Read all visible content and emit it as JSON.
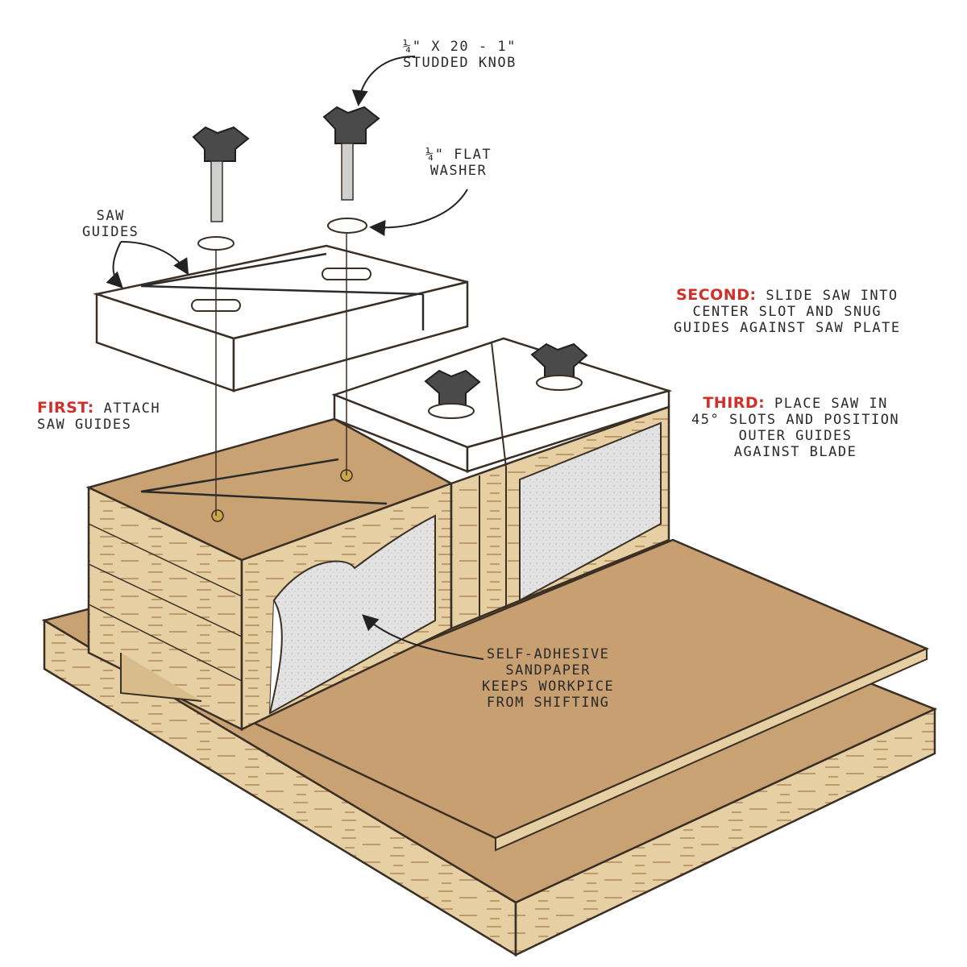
{
  "labels": {
    "knob": {
      "lines": [
        "¼\" x 20 - 1\"",
        "STUDDED KNOB"
      ]
    },
    "washer": {
      "lines": [
        "¼\" FLAT",
        "WASHER"
      ]
    },
    "saw_guides": {
      "lines": [
        "SAW",
        "GUIDES"
      ]
    },
    "first": {
      "step": "FIRST:",
      "lines": [
        "ATTACH",
        "SAW GUIDES"
      ]
    },
    "second": {
      "step": "SECOND:",
      "lines": [
        "SLIDE SAW INTO",
        "CENTER SLOT AND SNUG",
        "GUIDES AGAINST SAW PLATE"
      ]
    },
    "third": {
      "step": "THIRD:",
      "lines": [
        "PLACE SAW IN",
        "45° SLOTS AND POSITION",
        "OUTER GUIDES",
        "AGAINST BLADE"
      ]
    },
    "sandpaper": {
      "lines": [
        "SELF-ADHESIVE",
        "SANDPAPER",
        "KEEPS WORKPICE",
        "FROM SHIFTING"
      ]
    }
  },
  "colors": {
    "outline": "#3a2f25",
    "plywood_top": "#c9a273",
    "plywood_edge": "#e6cfa3",
    "sandpaper": "#e4e4e4",
    "guide_white": "#ffffff",
    "knob": "#4a4a4a",
    "callout_red": "#d03027"
  }
}
